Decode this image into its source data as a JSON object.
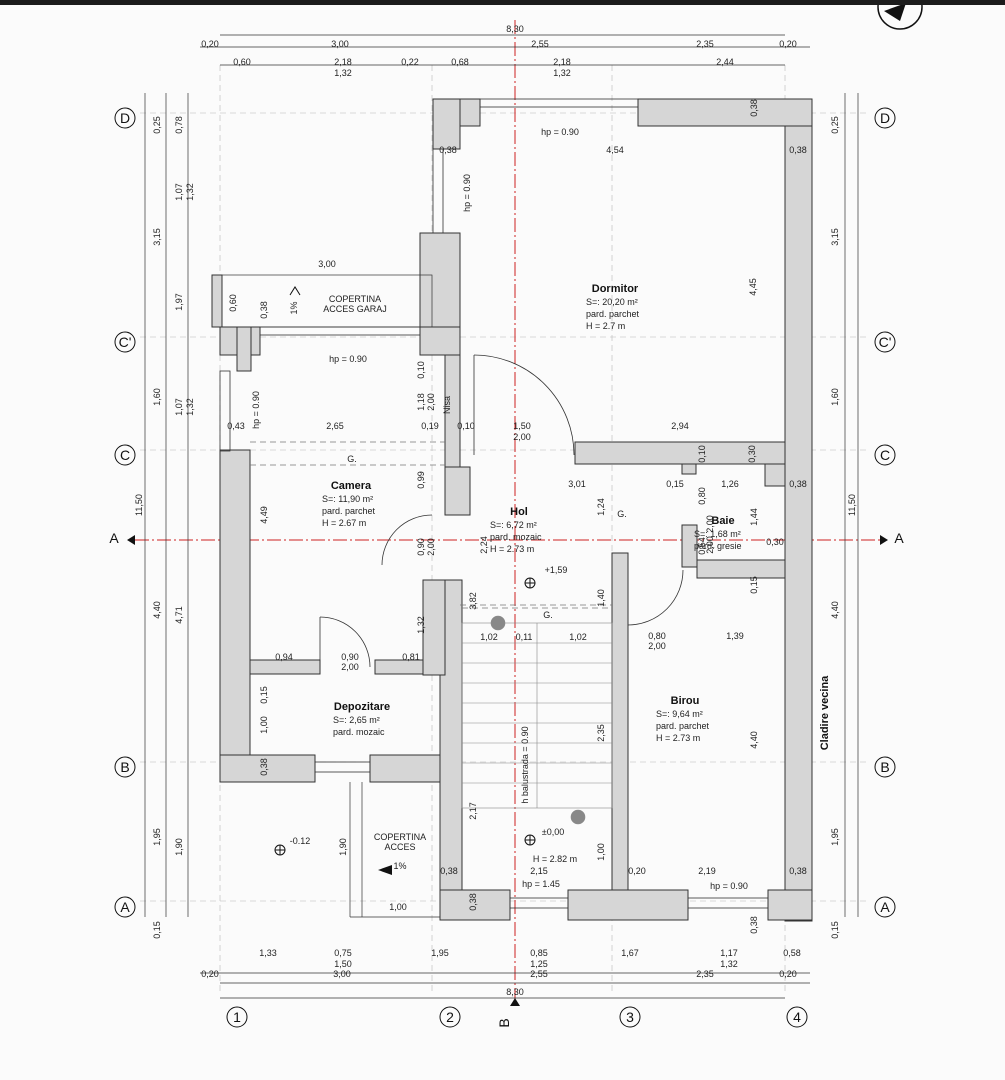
{
  "drawing": {
    "top_dims": {
      "total": "8,30",
      "row1": [
        "0,20",
        "3,00",
        "2,55",
        "2,35",
        "0,20"
      ],
      "row2": [
        "0,60",
        "2,18",
        "0,22",
        "0,68",
        "2,18",
        "2,44"
      ],
      "row2b": [
        "1,32",
        "1,32"
      ]
    },
    "bottom_dims": {
      "row1": [
        "1,33",
        "0,75",
        "1,95",
        "0,85",
        "1,67",
        "1,17",
        "0,58"
      ],
      "row1b": [
        "1,50",
        "1,25",
        "1,32"
      ],
      "row2": [
        "0,20",
        "3,00",
        "2,55",
        "2,35",
        "0,20"
      ],
      "total": "8,30"
    },
    "left_dims": [
      "0,25",
      "0,78",
      "3,15",
      "1,07",
      "1,32",
      "1,97",
      "1,60",
      "1,07",
      "1,32",
      "11,50",
      "4,40",
      "4,71",
      "1,95",
      "1,90",
      "0,15"
    ],
    "right_dims": [
      "0,25",
      "3,15",
      "1,60",
      "11,50",
      "4,40",
      "1,95",
      "0,15"
    ],
    "grid_letters": [
      "D",
      "C'",
      "C",
      "B",
      "A"
    ],
    "grid_numbers": [
      "1",
      "2",
      "3",
      "4"
    ],
    "section_marks": [
      "A",
      "A",
      "B"
    ],
    "rooms": [
      {
        "name": "Dormitor",
        "area": "S=: 20,20 m²",
        "floor": "pard. parchet",
        "height": "H = 2.7 m"
      },
      {
        "name": "Camera",
        "area": "S=: 11,90 m²",
        "floor": "pard. parchet",
        "height": "H = 2.67 m"
      },
      {
        "name": "Hol",
        "area": "S=: 6,72 m²",
        "floor": "pard. mozaic",
        "height": "H = 2.73 m"
      },
      {
        "name": "Baie",
        "area": "S=: 1,68 m²",
        "floor": "pard. gresie",
        "height": ""
      },
      {
        "name": "Depozitare",
        "area": "S=: 2,65 m²",
        "floor": "pard. mozaic",
        "height": ""
      },
      {
        "name": "Birou",
        "area": "S=: 9,64 m²",
        "floor": "pard. parchet",
        "height": "H = 2.73 m"
      }
    ],
    "labels": {
      "copertina_garaj_1": "COPERTINA",
      "copertina_garaj_2": "ACCES GARAJ",
      "copertina_acces_1": "COPERTINA",
      "copertina_acces_2": "ACCES",
      "slope": "1%",
      "nisa": "Nisa",
      "cladire": "Cladire vecina",
      "balustrada": "h balustrada = 0.90",
      "level_hol": "+1,59",
      "level_stairs": "±0,00",
      "level_out": "-0.12",
      "stairs_height": "H = 2.82 m",
      "hp090": "hp = 0.90",
      "hp145": "hp = 1.45",
      "g": "G."
    },
    "interior_dims": [
      "3,00",
      "0,60",
      "0,38",
      "4,54",
      "0,38",
      "0,38",
      "4,45",
      "0,10",
      "1,18",
      "2,00",
      "0,43",
      "2,65",
      "0,19",
      "0,10",
      "1,50",
      "2,00",
      "2,94",
      "0,10",
      "0,30",
      "3,01",
      "0,15",
      "1,26",
      "0,38",
      "0,99",
      "1,24",
      "0,80",
      "2,00",
      "1,44",
      "0,54",
      "2,00",
      "0,30",
      "4,49",
      "0,90",
      "2,00",
      "2,24",
      "3,82",
      "1,40",
      "0,15",
      "1,32",
      "1,02",
      "0,11",
      "1,02",
      "0,80",
      "1,39",
      "2,00",
      "0,94",
      "0,90",
      "0,81",
      "2,00",
      "0,15",
      "1,00",
      "0,38",
      "2,17",
      "2,35",
      "4,40",
      "1,90",
      "1,00",
      "2,15",
      "0,38",
      "0,38",
      "0,20",
      "2,19",
      "0,38",
      "1,00",
      "0,38",
      "0,38"
    ]
  }
}
